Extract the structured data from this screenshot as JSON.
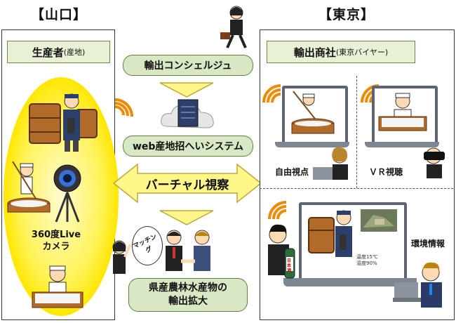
{
  "regions": {
    "left_title": "【山口】",
    "right_title": "【東京】"
  },
  "left_panel": {
    "header_main": "生産者",
    "header_sub": "(産地)",
    "camera_label_line1": "360度Live",
    "camera_label_line2": "カメラ"
  },
  "center": {
    "concierge_label": "輸出コンシェルジュ",
    "system_label": "web産地招へいシステム",
    "virtual_label": "バーチャル視察",
    "matching_label": "マッチング",
    "result_label_line1": "県産農林水産物の",
    "result_label_line2": "輸出拡大"
  },
  "right_panel": {
    "header_main": "輸出商社",
    "header_sub": "(東京バイヤー)",
    "free_view_label": "自由視点",
    "vr_label": "ＶＲ視聴",
    "env_label": "環境情報",
    "temp_text": "温度15℃",
    "humidity_text": "湿度90%",
    "bottle_text": "日本酒"
  },
  "colors": {
    "pill_fill": "#d9e8c4",
    "arrow_yellow": "#fff78a",
    "oval_yellow": "#fff35a",
    "wifi_orange": "#f08a00"
  }
}
